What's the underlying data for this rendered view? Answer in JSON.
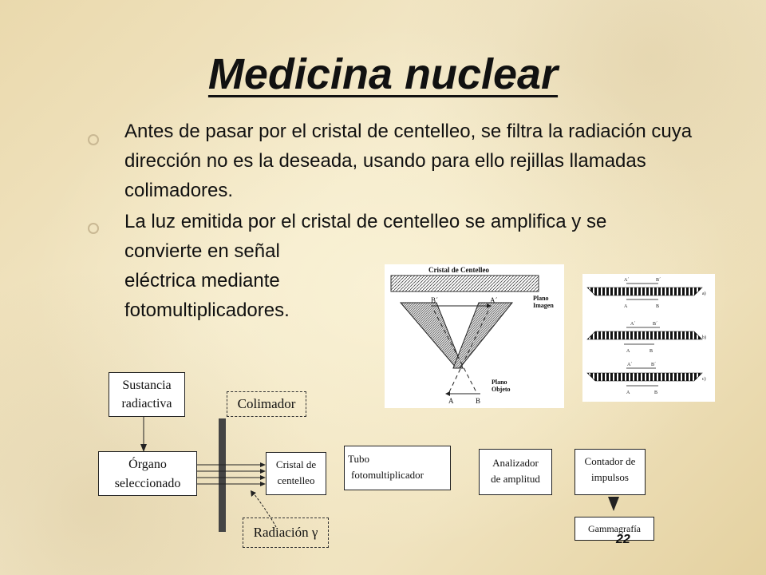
{
  "slide": {
    "title": "Medicina nuclear",
    "bullets": [
      "Antes de pasar por el cristal de centelleo, se filtra la radiación cuya dirección no es la deseada, usando para ello rejillas llamadas colimadores.",
      "La luz emitida por el cristal de centelleo se amplifica y se"
    ],
    "bullet2_continuation": [
      "convierte en señal",
      "eléctrica mediante",
      "fotomultiplicadores."
    ],
    "page_number": "22"
  },
  "figure1": {
    "crystal_label": "Cristal de Centelleo",
    "image_plane": [
      "Plano",
      "Imagen"
    ],
    "object_plane": [
      "Plano",
      "Objeto"
    ],
    "a_prime": "A´",
    "b_prime": "B´",
    "a": "A",
    "b": "B"
  },
  "figure2": {
    "rows": [
      "a)",
      "b)",
      "c)"
    ],
    "a_prime": "A´",
    "b_prime": "B´",
    "a": "A",
    "b": "B"
  },
  "diagram": {
    "sustancia": [
      "Sustancia",
      "radiactiva"
    ],
    "organo": [
      "Órgano",
      "seleccionado"
    ],
    "colimador": "Colimador",
    "cristal": [
      "Cristal de",
      "centelleo"
    ],
    "tubo": [
      "Tubo",
      "fotomultiplicador"
    ],
    "analizador": [
      "Analizador",
      "de amplitud"
    ],
    "contador": [
      "Contador de",
      "impulsos"
    ],
    "gammagrafia": "Gammagrafía",
    "radiacion": "Radiación γ"
  }
}
